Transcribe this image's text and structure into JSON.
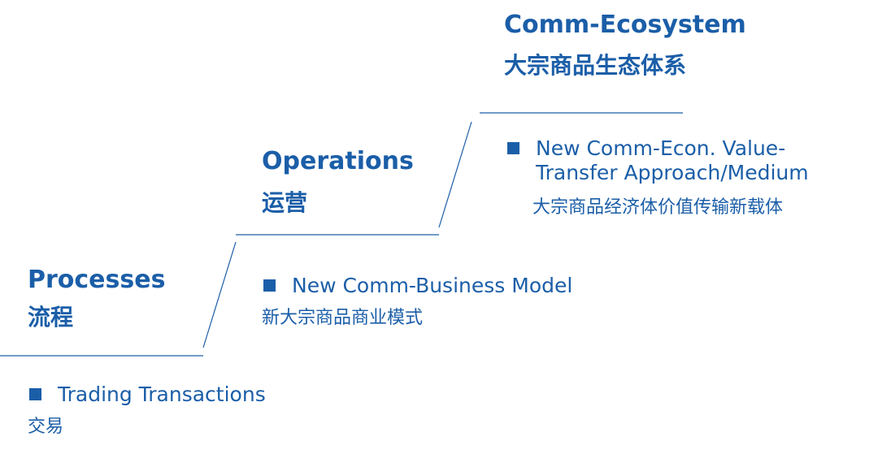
{
  "colors": {
    "primary": "#1b5ea8",
    "lines": "#1b5ea8"
  },
  "levels": [
    {
      "title": "Processes",
      "title_cn": "流程",
      "bullet": "Trading Transactions",
      "bullet_cn": "交易"
    },
    {
      "title": "Operations",
      "title_cn": "运营",
      "bullet": "New Comm-Business Model",
      "bullet_cn": "新大宗商品商业模式"
    },
    {
      "title": "Comm-Ecosystem",
      "title_cn": "大宗商品生态体系",
      "bullet": "New Comm-Econ. Value-\nTransfer Approach/Medium",
      "bullet_cn": "大宗商品经济体价值传输新载体"
    }
  ]
}
